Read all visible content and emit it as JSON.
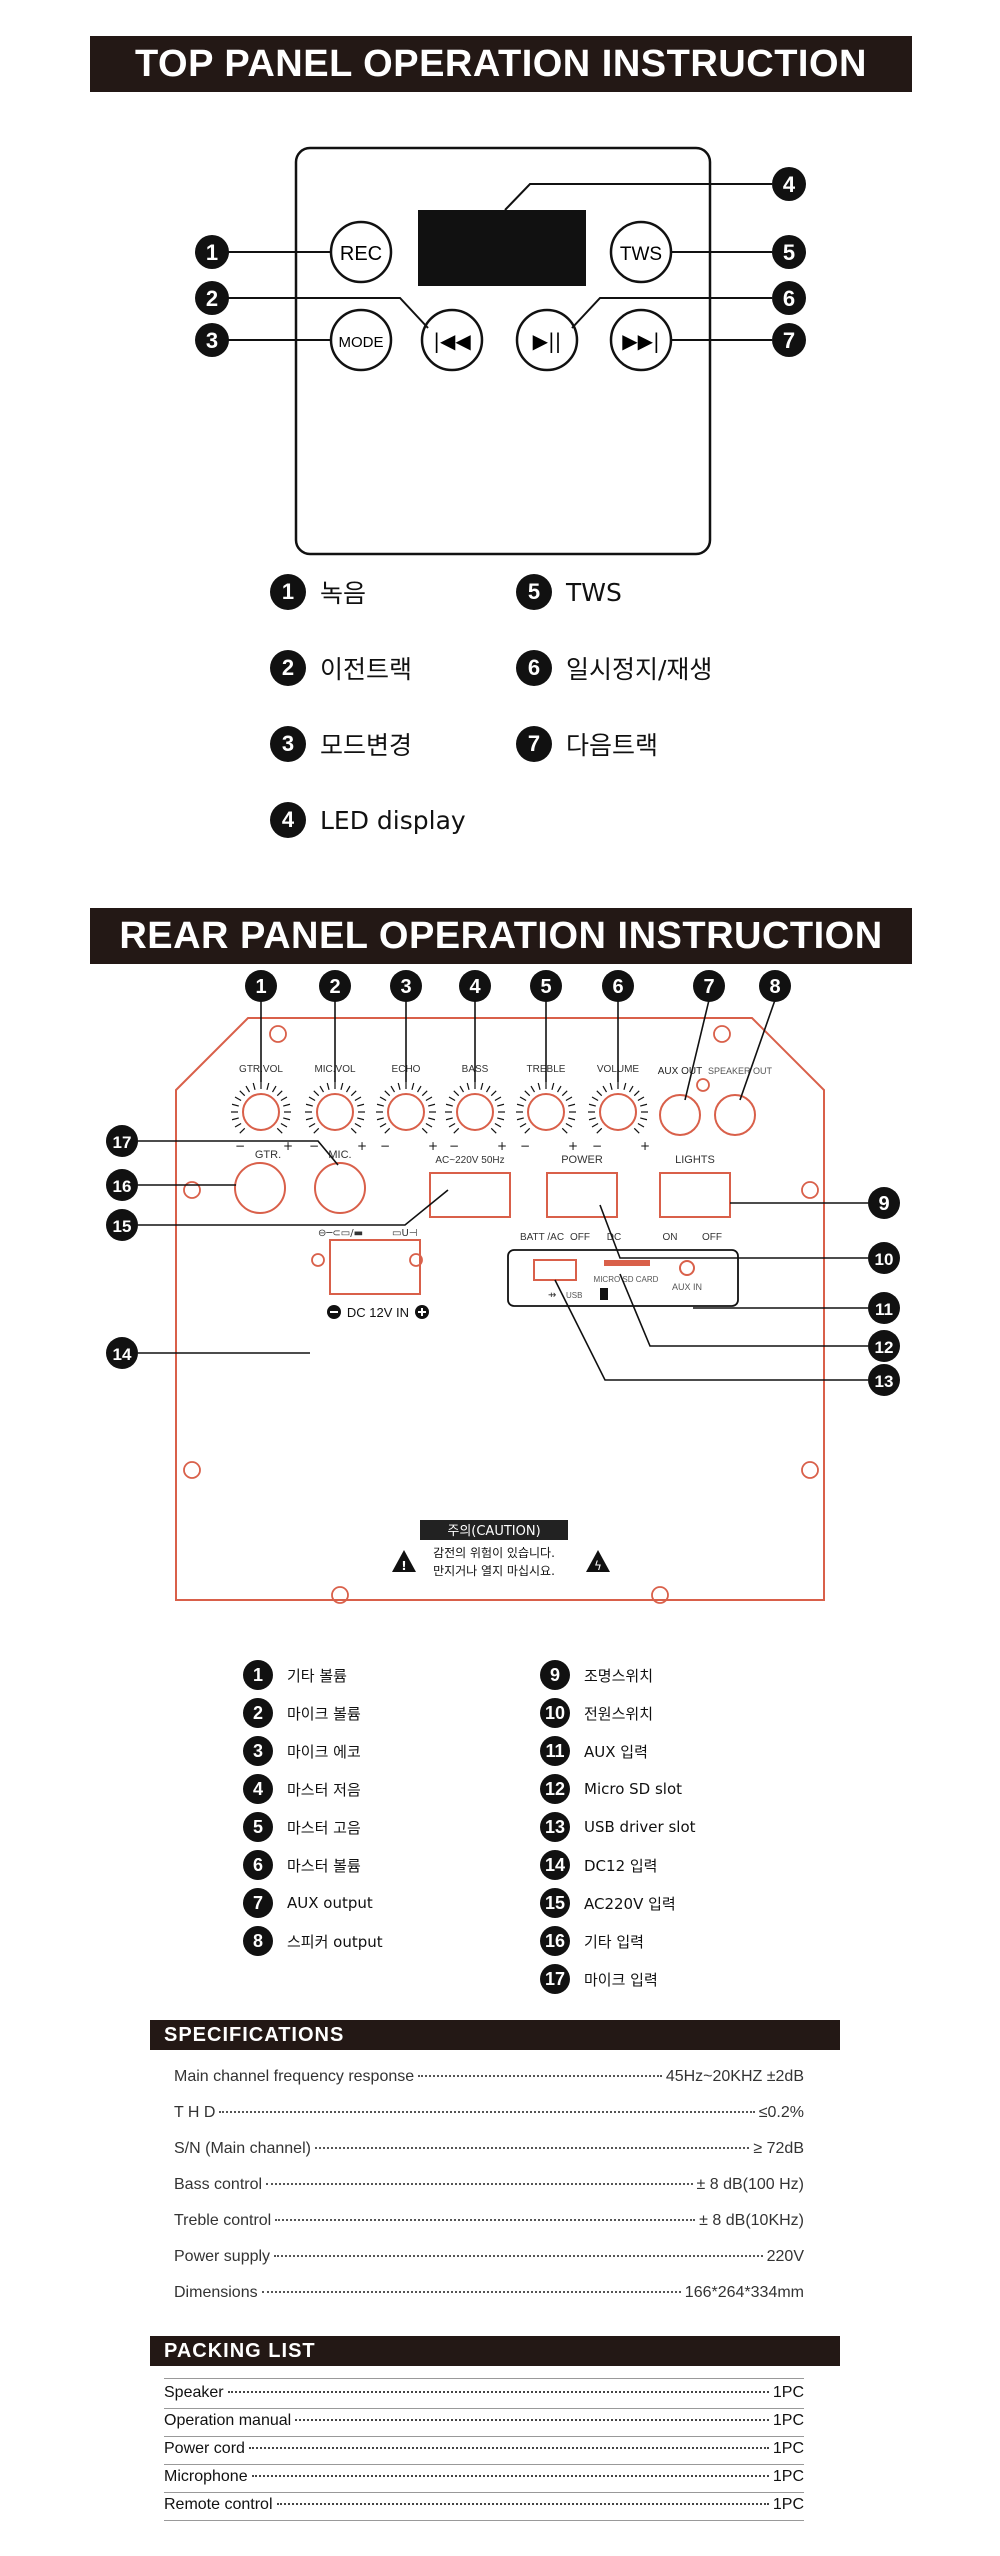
{
  "top": {
    "title": "TOP PANEL OPERATION INSTRUCTION",
    "buttons": {
      "rec": "REC",
      "tws": "TWS",
      "mode": "MODE"
    },
    "legend": [
      {
        "num": "1",
        "text": "녹음"
      },
      {
        "num": "2",
        "text": "이전트랙"
      },
      {
        "num": "3",
        "text": "모드변경"
      },
      {
        "num": "4",
        "text": "LED display"
      },
      {
        "num": "5",
        "text": "TWS"
      },
      {
        "num": "6",
        "text": "일시정지/재생"
      },
      {
        "num": "7",
        "text": "다음트랙"
      }
    ]
  },
  "rear": {
    "title": "REAR PANEL OPERATION INSTRUCTION",
    "knob_labels": [
      "GTR.VOL",
      "MIC.VOL",
      "ECHO",
      "BASS",
      "TREBLE",
      "VOLUME"
    ],
    "aux_out": "AUX OUT",
    "speaker_out": "SPEAKER OUT",
    "gtr": "GTR.",
    "mic": "MIC.",
    "ac_label": "AC~220V 50Hz",
    "power": "POWER",
    "batt_ac": "BATT /AC",
    "off": "OFF",
    "dc": "DC",
    "lights": "LIGHTS",
    "on": "ON",
    "micro_sd": "MICRO SD CARD",
    "aux_in": "AUX IN",
    "usb": "USB",
    "dc_in": "DC 12V IN",
    "caution_title": "주의(CAUTION)",
    "caution_line1": "감전의 위험이 있습니다.",
    "caution_line2": "만지거나 열지 마십시요.",
    "legend_left": [
      {
        "num": "1",
        "text": "기타 볼륨"
      },
      {
        "num": "2",
        "text": "마이크 볼륨"
      },
      {
        "num": "3",
        "text": "마이크 에코"
      },
      {
        "num": "4",
        "text": "마스터 저음"
      },
      {
        "num": "5",
        "text": "마스터 고음"
      },
      {
        "num": "6",
        "text": "마스터 볼륨"
      },
      {
        "num": "7",
        "text": "AUX output"
      },
      {
        "num": "8",
        "text": "스피커 output"
      }
    ],
    "legend_right": [
      {
        "num": "9",
        "text": "조명스위치"
      },
      {
        "num": "10",
        "text": "전원스위치"
      },
      {
        "num": "11",
        "text": "AUX 입력"
      },
      {
        "num": "12",
        "text": "Micro SD slot"
      },
      {
        "num": "13",
        "text": "USB driver slot"
      },
      {
        "num": "14",
        "text": "DC12 입력"
      },
      {
        "num": "15",
        "text": "AC220V 입력"
      },
      {
        "num": "16",
        "text": "기타 입력"
      },
      {
        "num": "17",
        "text": "마이크 입력"
      }
    ]
  },
  "specs": {
    "title": "SPECIFICATIONS",
    "rows": [
      {
        "label": "Main channel frequency response",
        "value": "45Hz~20KHZ ±2dB"
      },
      {
        "label": "T H D",
        "value": "≤0.2%"
      },
      {
        "label": "S/N (Main channel)",
        "value": "≥ 72dB"
      },
      {
        "label": "Bass control",
        "value": "± 8 dB(100 Hz)"
      },
      {
        "label": "Treble control",
        "value": "± 8 dB(10KHz)"
      },
      {
        "label": "Power supply",
        "value": "220V"
      },
      {
        "label": "Dimensions",
        "value": "166*264*334mm"
      }
    ]
  },
  "packing": {
    "title": "PACKING LIST",
    "rows": [
      {
        "label": "Speaker",
        "value": "1PC"
      },
      {
        "label": "Operation manual",
        "value": "1PC"
      },
      {
        "label": "Power cord",
        "value": "1PC"
      },
      {
        "label": "Microphone",
        "value": "1PC"
      },
      {
        "label": "Remote control",
        "value": "1PC"
      }
    ]
  }
}
